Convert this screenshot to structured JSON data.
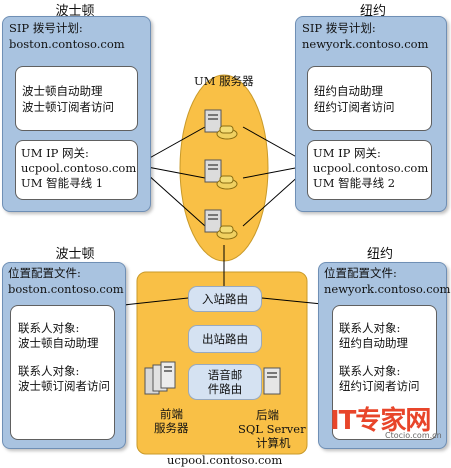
{
  "top": {
    "boston": {
      "title": "波士顿",
      "dial_plan_label": "SIP 拨号计划:",
      "dial_plan_value": "boston.contoso.com",
      "aa_lines": [
        "波士顿自动助理",
        "波士顿订阅者访问"
      ],
      "gateway_lines": [
        "UM IP 网关:",
        "ucpool.contoso.com",
        "UM 智能寻线 1"
      ]
    },
    "newyork": {
      "title": "纽约",
      "dial_plan_label": "SIP 拨号计划:",
      "dial_plan_value": "newyork.contoso.com",
      "aa_lines": [
        "纽约自动助理",
        "纽约订阅者访问"
      ],
      "gateway_lines": [
        "UM IP 网关:",
        "ucpool.contoso.com",
        "UM 智能寻线 2"
      ]
    }
  },
  "um_server": {
    "label": "UM 服务器"
  },
  "bottom": {
    "boston": {
      "title": "波士顿",
      "profile_label": "位置配置文件:",
      "profile_value": "boston.contoso.com",
      "contact1": [
        "联系人对象:",
        "波士顿自动助理"
      ],
      "contact2": [
        "联系人对象:",
        "波士顿订阅者访问"
      ]
    },
    "newyork": {
      "title": "纽约",
      "profile_label": "位置配置文件:",
      "profile_value": "newyork.contoso.com",
      "contact1": [
        "联系人对象:",
        "纽约自动助理"
      ],
      "contact2": [
        "联系人对象:",
        "纽约订阅者访问"
      ]
    }
  },
  "pool": {
    "inbound": "入站路由",
    "outbound": "出站路由",
    "voicemail_routing": [
      "语音邮",
      "件路由"
    ],
    "frontend": [
      "前端",
      "服务器"
    ],
    "backend": [
      "后端",
      "SQL Server",
      "计算机"
    ],
    "pool_name": "ucpool.contoso.com"
  },
  "watermark": {
    "brand": "IT专家网",
    "site": "Ctocio.com.cn"
  },
  "colors": {
    "outer_box": "#a9c3e0",
    "orange": "#f9c046",
    "route_box": "#d5e2f2"
  }
}
